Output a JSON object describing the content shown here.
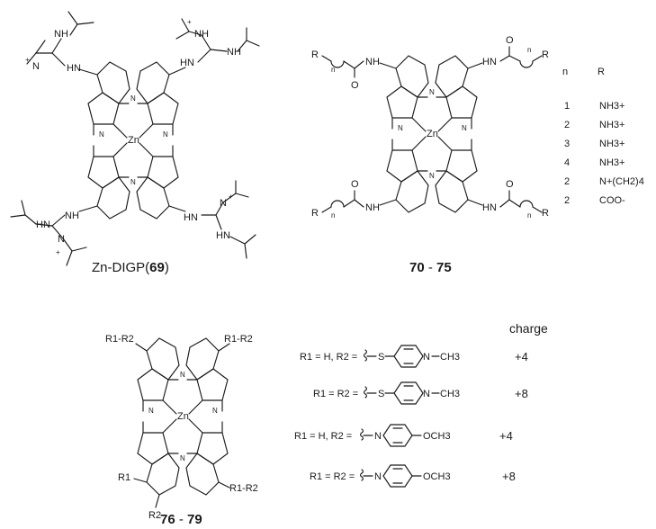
{
  "molecules": {
    "zn_digp": {
      "caption": {
        "name": "Zn-DIGP(",
        "number": "69",
        "close": ")"
      },
      "core_atoms": {
        "metal": "Zn",
        "nitrogen": "N"
      },
      "substituent_labels": [
        "NH",
        "N",
        "HN",
        "HN",
        "NH",
        "HN",
        "+",
        "+",
        "+",
        "+"
      ]
    },
    "amide_series": {
      "caption": {
        "from": "70",
        "dash": " - ",
        "to": "75"
      },
      "core_atoms": {
        "metal": "Zn",
        "nitrogen": "N"
      },
      "group_labels": {
        "r": "R",
        "nh": "NH",
        "hn": "HN",
        "o": "O",
        "n": "n"
      },
      "table": {
        "header": {
          "n": "n",
          "r": "R"
        },
        "rows": [
          {
            "n": "1",
            "r": "NH3+"
          },
          {
            "n": "2",
            "r": "NH3+"
          },
          {
            "n": "3",
            "r": "NH3+"
          },
          {
            "n": "4",
            "r": "NH3+"
          },
          {
            "n": "2",
            "r": "N+(CH2)4"
          },
          {
            "n": "2",
            "r": "COO-"
          }
        ]
      }
    },
    "pyridinium_series": {
      "caption": {
        "from": "76",
        "dash": " - ",
        "to": "79"
      },
      "core_atoms": {
        "metal": "Zn",
        "nitrogen": "N"
      },
      "corner_labels": [
        "R1-R2",
        "R1-R2",
        "R1",
        "R2",
        "R1-R2"
      ],
      "charge_header": "charge",
      "variants": [
        {
          "substituents": "R1 = H, R2 =",
          "linker": "S",
          "ring_n": "N",
          "tail": "CH3",
          "charge": "+4"
        },
        {
          "substituents": "R1 = R2 =",
          "linker": "S",
          "ring_n": "N",
          "tail": "CH3",
          "charge": "+8"
        },
        {
          "substituents": "R1 = H, R2 =",
          "linker": "",
          "ring_n": "N",
          "tail": "OCH3",
          "charge": "+4"
        },
        {
          "substituents": "R1 = R2 =",
          "linker": "",
          "ring_n": "N",
          "tail": "OCH3",
          "charge": "+8"
        }
      ]
    }
  }
}
